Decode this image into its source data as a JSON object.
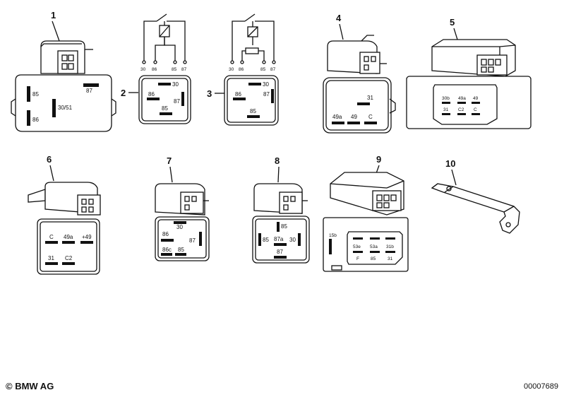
{
  "callouts": [
    "1",
    "2",
    "3",
    "4",
    "5",
    "6",
    "7",
    "8",
    "9",
    "10"
  ],
  "schematic_2": {
    "pins": [
      "30",
      "86",
      "85",
      "87"
    ]
  },
  "schematic_3": {
    "pins": [
      "30",
      "86",
      "85",
      "87"
    ]
  },
  "part1": {
    "pins": [
      "85",
      "87",
      "30/51",
      "86"
    ]
  },
  "part2": {
    "pins": [
      "30",
      "86",
      "87",
      "85"
    ]
  },
  "part3": {
    "pins": [
      "30",
      "86",
      "87",
      "85"
    ]
  },
  "part4": {
    "pins": [
      "31",
      "49a",
      "49",
      "C"
    ]
  },
  "part5": {
    "pins": [
      "30b",
      "49a",
      "49",
      "31",
      "C2",
      "C"
    ]
  },
  "part6": {
    "pins": [
      "C",
      "49a",
      "+49",
      "31",
      "C2"
    ]
  },
  "part7": {
    "pins": [
      "30",
      "86",
      "87",
      "86c",
      "85"
    ]
  },
  "part8": {
    "pins": [
      "85",
      "87a",
      "30",
      "85",
      "87"
    ]
  },
  "part9": {
    "pins": [
      "15b",
      "53e",
      "53a",
      "31b",
      "F",
      "85",
      "31"
    ]
  },
  "footer": {
    "copyright": "© BMW AG",
    "image_number": "00007689"
  }
}
